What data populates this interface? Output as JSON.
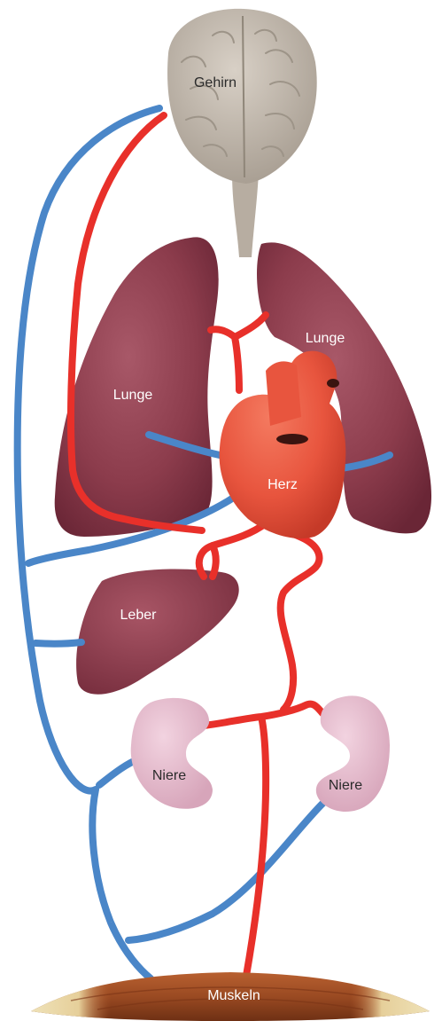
{
  "diagram": {
    "organs": {
      "brain": "Gehirn",
      "lung_left": "Lunge",
      "lung_right": "Lunge",
      "heart": "Herz",
      "liver": "Leber",
      "kidney_left": "Niere",
      "kidney_right": "Niere",
      "muscles": "Muskeln"
    },
    "colors": {
      "artery": "#e8302a",
      "vein": "#4a86c8",
      "lung": "#8c3c4c",
      "heart": "#e8553e",
      "liver": "#8e3f4f",
      "kidney": "#e3b8ca",
      "brain": "#bfb6aa",
      "muscle": "#9a4a22"
    }
  }
}
